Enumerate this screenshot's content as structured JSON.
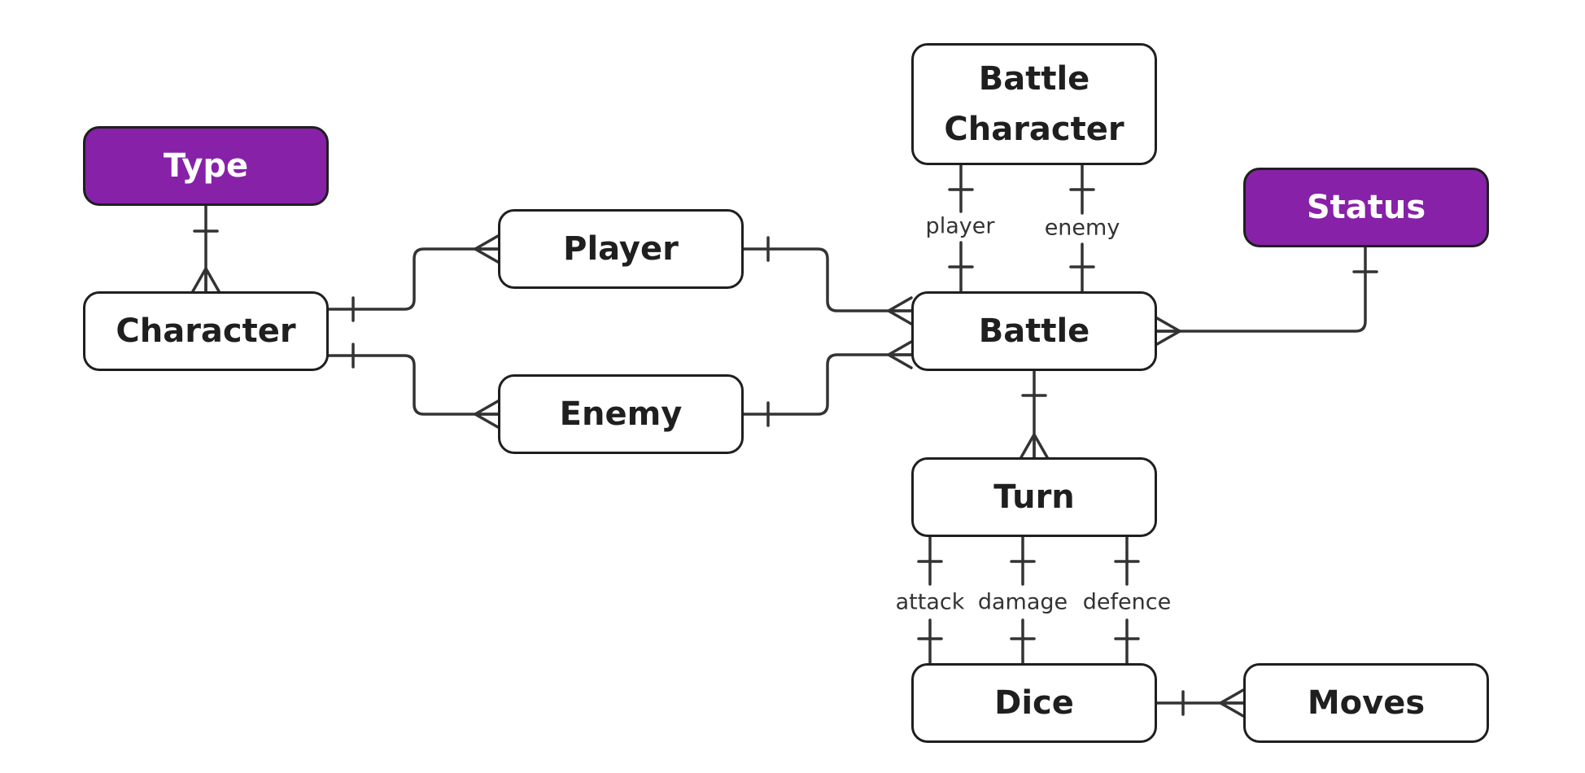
{
  "colors": {
    "line": "#333333",
    "border": "#1f1f1f",
    "highlight_fill": "#8721a8",
    "highlight_text": "#ffffff",
    "text": "#1f1f1f"
  },
  "entities": {
    "type": "Type",
    "character": "Character",
    "player": "Player",
    "enemy": "Enemy",
    "battle_character": "Battle Character",
    "battle": "Battle",
    "status": "Status",
    "turn": "Turn",
    "dice": "Dice",
    "moves": "Moves"
  },
  "relationship_labels": {
    "player": "player",
    "enemy": "enemy",
    "attack": "attack",
    "damage": "damage",
    "defence": "defence"
  }
}
